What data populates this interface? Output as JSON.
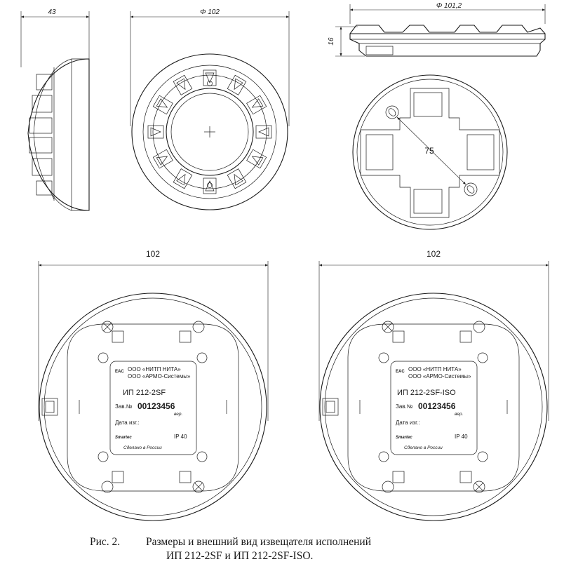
{
  "dimensions": {
    "side_width": "43",
    "front_diameter": "Φ 102",
    "top_diameter": "Φ 101,2",
    "height": "16",
    "mount_distance": "75",
    "label_width_left": "102",
    "label_width_right": "102"
  },
  "label_left": {
    "cert_mark": "EAC",
    "company1": "ООО «НИТП НИТА»",
    "company2": "ООО «АРМО-Системы»",
    "model": "ИП 212-2SF",
    "serial_label": "Зав.№",
    "serial_number": "00123456",
    "version_label": "вер.",
    "date_label": "Дата изг.:",
    "brand": "Smartec",
    "ip_rating": "IP 40",
    "made_in": "Сделано в России"
  },
  "label_right": {
    "cert_mark": "EAC",
    "company1": "ООО «НИТП НИТА»",
    "company2": "ООО «АРМО-Системы»",
    "model": "ИП 212-2SF-ISO",
    "serial_label": "Зав.№",
    "serial_number": "00123456",
    "version_label": "вер.",
    "date_label": "Дата изг.:",
    "brand": "Smartec",
    "ip_rating": "IP 40",
    "made_in": "Сделано в России"
  },
  "caption": {
    "figure_number": "Рис. 2.",
    "line1": "Размеры и внешний вид извещателя исполнений",
    "line2": "ИП 212-2SF и ИП 212-2SF-ISO."
  }
}
